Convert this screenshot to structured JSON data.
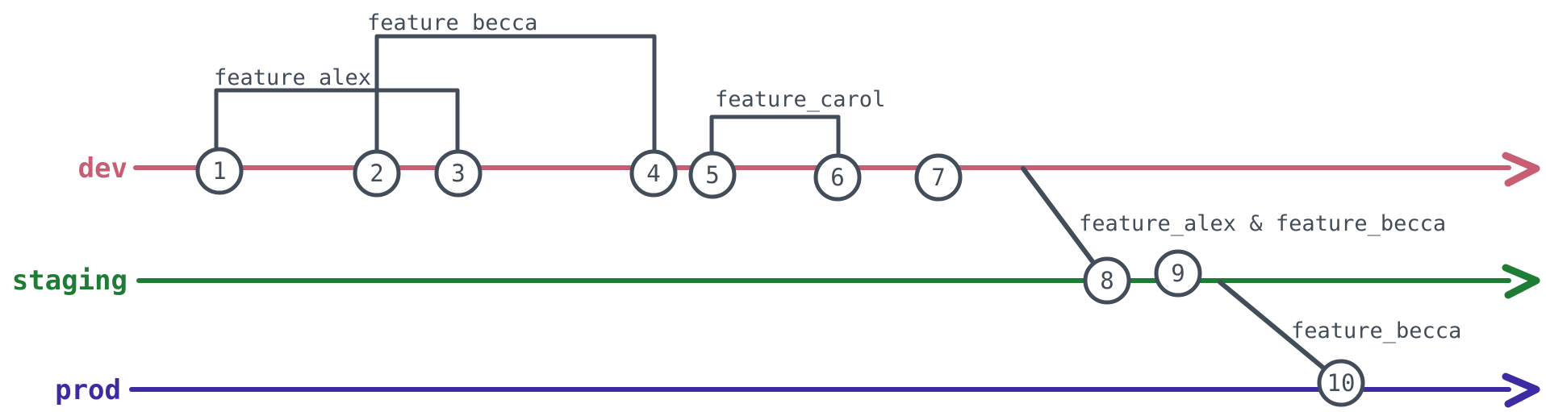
{
  "diagram": {
    "ink": "#424d59",
    "background": "#ffffff",
    "branches": [
      {
        "name": "dev",
        "color": "#c75e74"
      },
      {
        "name": "staging",
        "color": "#1e7c35"
      },
      {
        "name": "prod",
        "color": "#3c2ba1"
      }
    ],
    "commits": [
      {
        "n": "1",
        "branch": "dev"
      },
      {
        "n": "2",
        "branch": "dev"
      },
      {
        "n": "3",
        "branch": "dev"
      },
      {
        "n": "4",
        "branch": "dev"
      },
      {
        "n": "5",
        "branch": "dev"
      },
      {
        "n": "6",
        "branch": "dev"
      },
      {
        "n": "7",
        "branch": "dev"
      },
      {
        "n": "8",
        "branch": "staging"
      },
      {
        "n": "9",
        "branch": "staging"
      },
      {
        "n": "10",
        "branch": "prod"
      }
    ],
    "features": [
      {
        "label": "feature_alex",
        "branch": "dev",
        "from_commit": "1",
        "to_commit": "3"
      },
      {
        "label": "feature_becca",
        "branch": "dev",
        "from_commit": "2",
        "to_commit": "4"
      },
      {
        "label": "feature_carol",
        "branch": "dev",
        "from_commit": "5",
        "to_commit": "6"
      }
    ],
    "merges": [
      {
        "label": "feature_alex & feature_becca",
        "from_branch": "dev",
        "to_branch": "staging",
        "at_commit": "8"
      },
      {
        "label": "feature_becca",
        "from_branch": "staging",
        "to_branch": "prod",
        "at_commit": "10"
      }
    ]
  }
}
